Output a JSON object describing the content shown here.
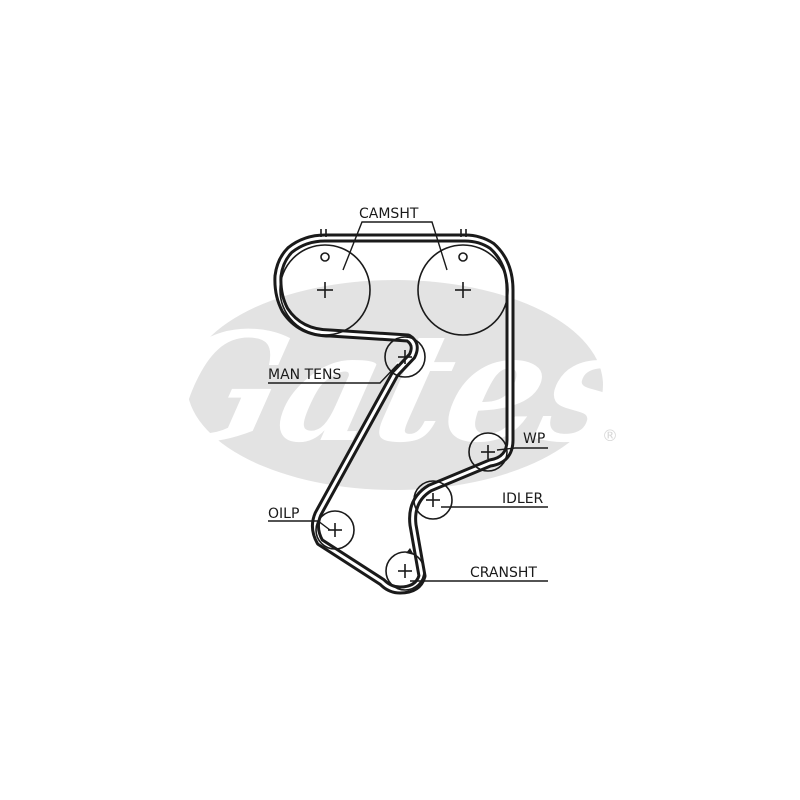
{
  "brand": {
    "watermark_text": "Gates",
    "registered_mark": "®",
    "watermark_color": "#e3e3e3"
  },
  "labels": {
    "camshaft": "CAMSHT",
    "man_tens": "MAN TENS",
    "water_pump": "WP",
    "idler": "IDLER",
    "oil_pump": "OILP",
    "crankshaft": "CRANSHT"
  },
  "colors": {
    "belt": "#1a1a1a",
    "line": "#1a1a1a",
    "background": "#ffffff"
  }
}
